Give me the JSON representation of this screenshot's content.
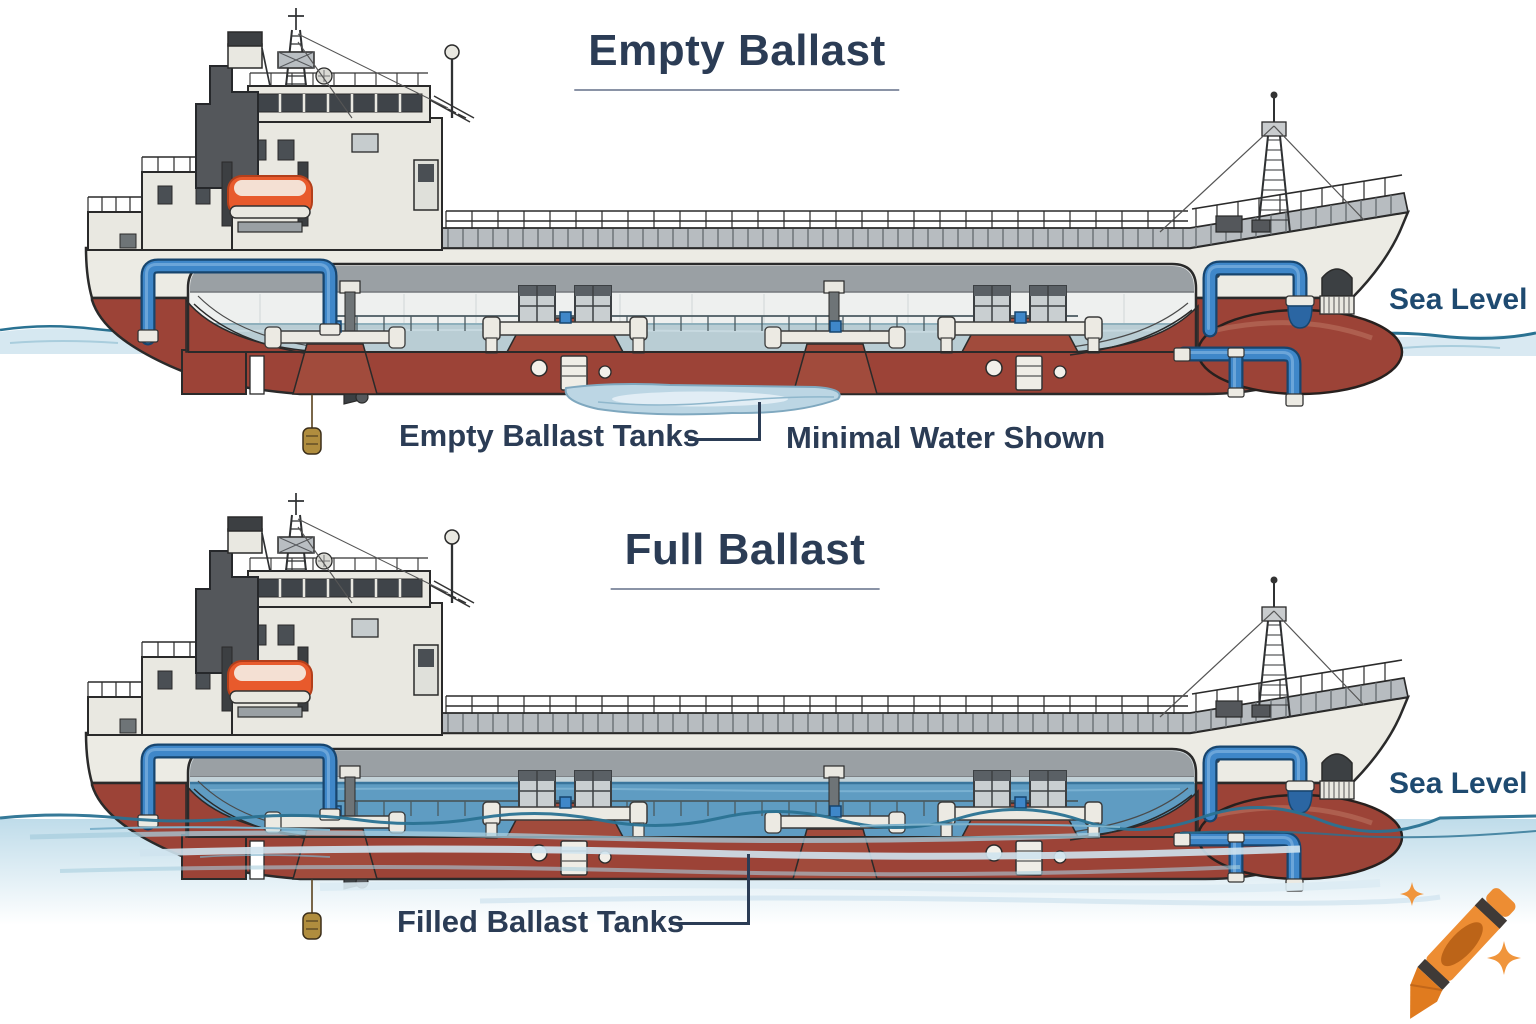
{
  "page": {
    "background": "#ffffff"
  },
  "sections": [
    {
      "title": "Empty Ballast",
      "ship_state": "empty",
      "sea_level_label": "Sea Level",
      "tank_label": "Empty Ballast Tanks",
      "water_note": "Minimal Water Shown"
    },
    {
      "title": "Full Ballast",
      "ship_state": "full",
      "sea_level_label": "Sea Level",
      "tank_label": "Filled Ballast Tanks"
    }
  ],
  "watermark": {
    "icon": "crayon-icon"
  },
  "colors": {
    "text_navy": "#2b3c55",
    "sea_text": "#1e4a70",
    "hull_red": "#9c4337",
    "hull_red_dark": "#7e352b",
    "hull_white": "#ecebe4",
    "outline": "#2a2a2a",
    "deck_gray": "#b7bcc0",
    "superstructure": "#e9e8e1",
    "dark_gray": "#54575b",
    "lifeboat_orange": "#e85a2c",
    "pipe_blue": "#3f87c9",
    "pipe_blue_dark": "#17456e",
    "pipe_blue_deep": "#2b66a3",
    "tank_empty": "#eef0ef",
    "tank_header": "#9aa0a4",
    "minimal_water": "#b9cdd4",
    "ballast_water": "#5f9cc2",
    "ballast_water_dark": "#39759c",
    "sea_stroke": "#2a7292",
    "sea_light": "#cfe4ef",
    "sea_streak": "#a8cede",
    "crayon": "#ed8d33",
    "crayon_dark": "#3f3a37",
    "crayon_label": "#bc6418",
    "crayon_tip": "#e07b1f",
    "sparkle": "#f0953c"
  }
}
